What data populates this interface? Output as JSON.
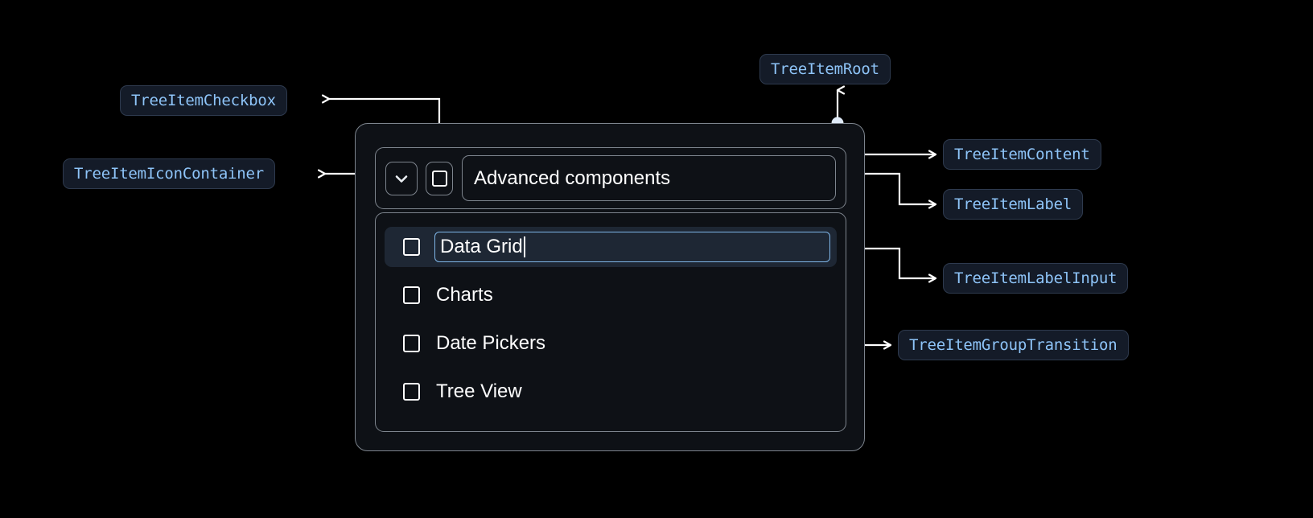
{
  "annotations": [
    {
      "id": "tree-item-checkbox",
      "label": "TreeItemCheckbox"
    },
    {
      "id": "tree-item-icon-container",
      "label": "TreeItemIconContainer"
    },
    {
      "id": "tree-item-root",
      "label": "TreeItemRoot"
    },
    {
      "id": "tree-item-content",
      "label": "TreeItemContent"
    },
    {
      "id": "tree-item-label",
      "label": "TreeItemLabel"
    },
    {
      "id": "tree-item-label-input",
      "label": "TreeItemLabelInput"
    },
    {
      "id": "tree-item-group-transition",
      "label": "TreeItemGroupTransition"
    }
  ],
  "tree": {
    "expand_icon": "chevron-down-icon",
    "parent_label": "Advanced components",
    "editing_value": "Data Grid",
    "children": [
      {
        "label": "Data Grid",
        "editing": true,
        "checked": false,
        "selected": true
      },
      {
        "label": "Charts",
        "editing": false,
        "checked": false,
        "selected": false
      },
      {
        "label": "Date Pickers",
        "editing": false,
        "checked": false,
        "selected": false
      },
      {
        "label": "Tree View",
        "editing": false,
        "checked": false,
        "selected": false
      }
    ]
  },
  "colors": {
    "background": "#000000",
    "chip_background": "#141b28",
    "chip_border": "#2e3a4e",
    "chip_text": "#8ec4f8",
    "box_border": "#7d848d",
    "box_background": "#0e1116",
    "selected_row": "#1e2734",
    "input_border": "#7fb6e8",
    "connector": "#ffffff",
    "text": "#ffffff"
  }
}
